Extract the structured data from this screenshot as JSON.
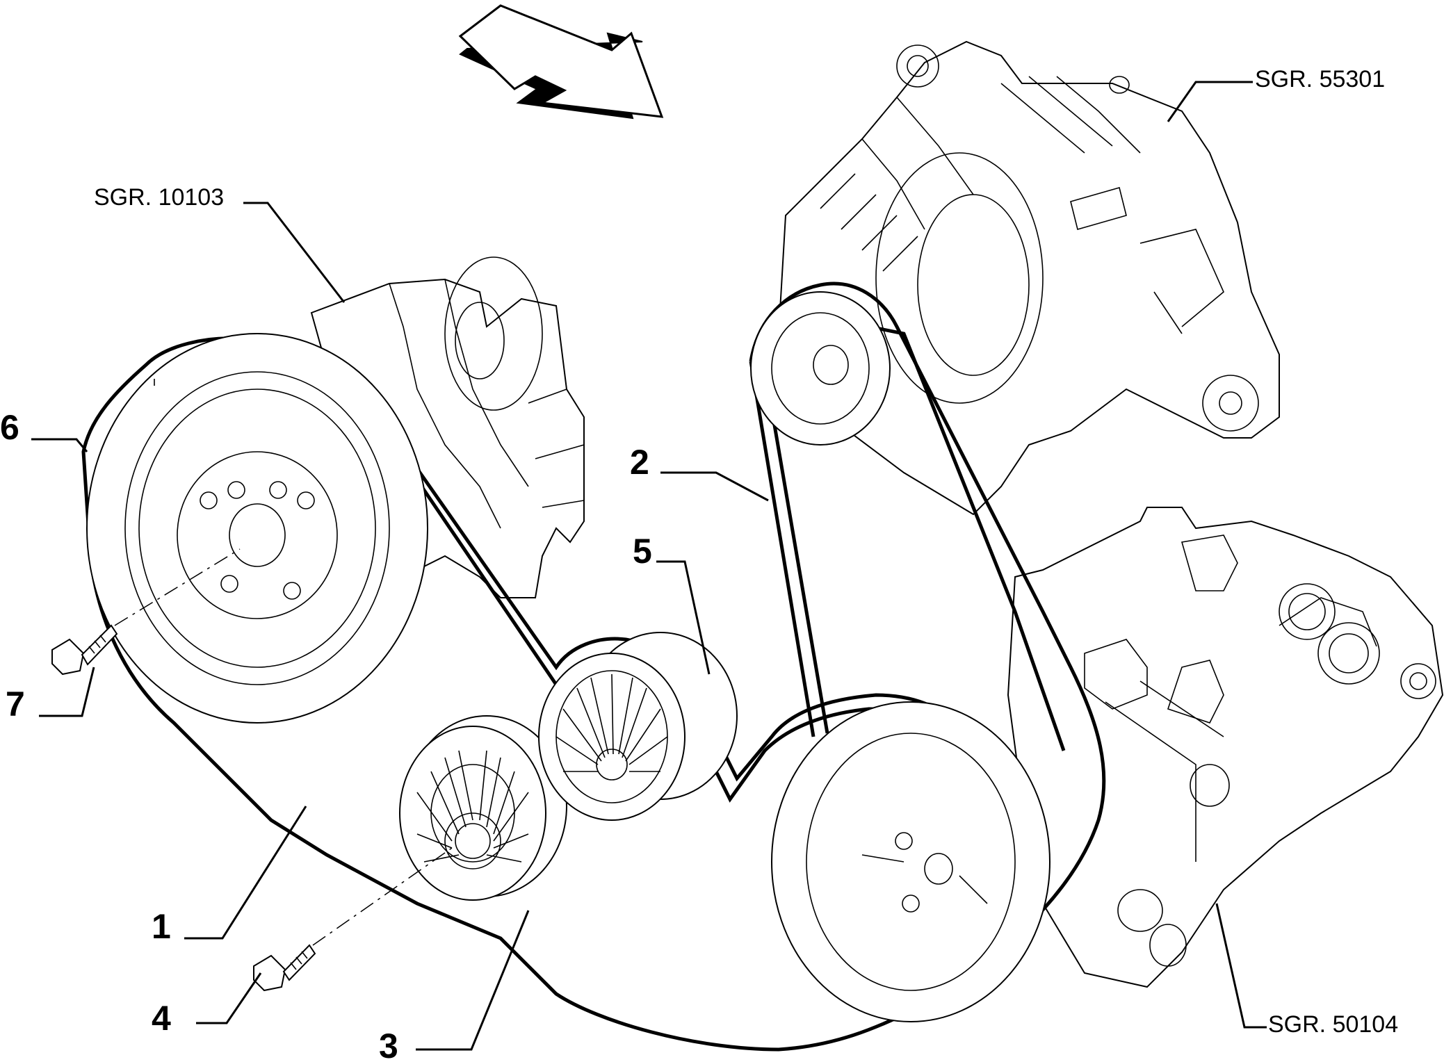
{
  "callouts": {
    "n1": "1",
    "n2": "2",
    "n3": "3",
    "n4": "4",
    "n5": "5",
    "n6": "6",
    "n7": "7"
  },
  "references": {
    "sgr_10103": "SGR. 10103",
    "sgr_55301": "SGR. 55301",
    "sgr_50104": "SGR. 50104"
  }
}
